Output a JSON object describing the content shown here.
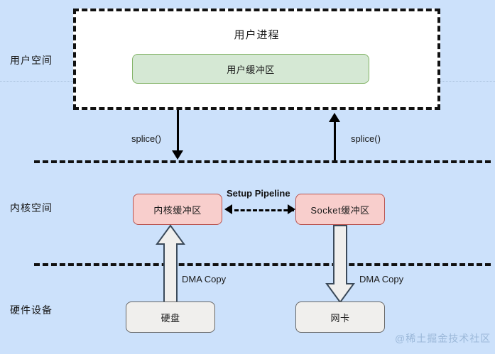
{
  "diagram": {
    "background_color": "#cce1fb",
    "zones": [
      {
        "id": "user-space",
        "label": "用户空间"
      },
      {
        "id": "kernel-space",
        "label": "内核空间"
      },
      {
        "id": "hardware",
        "label": "硬件设备"
      }
    ],
    "user_process": {
      "title": "用户进程",
      "buffer_label": "用户缓冲区",
      "buffer_fill": "#d5e8d4",
      "buffer_stroke": "#82b366",
      "border_style": "dashed",
      "fill": "#ffffff"
    },
    "kernel_nodes": [
      {
        "id": "kernel-buffer",
        "label": "内核缓冲区",
        "fill": "#f8cecc",
        "stroke": "#b85450"
      },
      {
        "id": "socket-buffer",
        "label": "Socket缓冲区",
        "fill": "#f8cecc",
        "stroke": "#b85450"
      }
    ],
    "hardware_nodes": [
      {
        "id": "disk",
        "label": "硬盘",
        "fill": "#f0efed",
        "stroke": "#666666"
      },
      {
        "id": "nic",
        "label": "网卡",
        "fill": "#f0efed",
        "stroke": "#666666"
      }
    ],
    "edges": [
      {
        "id": "splice-down",
        "label": "splice()",
        "direction": "down",
        "style": "solid"
      },
      {
        "id": "splice-up",
        "label": "splice()",
        "direction": "up",
        "style": "solid"
      },
      {
        "id": "setup-pipe",
        "label": "Setup Pipeline",
        "direction": "both",
        "style": "dashed"
      },
      {
        "id": "dma-copy-in",
        "label": "DMA Copy",
        "direction": "up",
        "style": "block"
      },
      {
        "id": "dma-copy-out",
        "label": "DMA Copy",
        "direction": "down",
        "style": "block"
      }
    ],
    "watermark": "@稀土掘金技术社区"
  }
}
